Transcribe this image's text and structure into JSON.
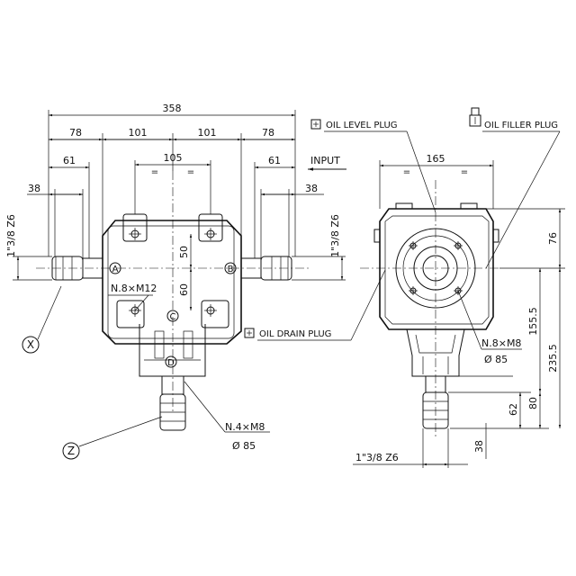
{
  "dimensions": {
    "overall_width": "358",
    "left_outer": "78",
    "left_inner": "101",
    "right_inner": "101",
    "right_outer": "78",
    "bolt_spacing": "105",
    "left_61": "61",
    "right_61": "61",
    "left_38": "38",
    "right_38": "38",
    "vert_50": "50",
    "vert_60": "60",
    "side_width": "165",
    "side_76": "76",
    "side_155": "155.5",
    "side_235": "235.5",
    "side_80": "80",
    "side_62": "62",
    "side_38": "38",
    "equal_mark": "="
  },
  "labels": {
    "input": "INPUT",
    "oil_level_plug": "OIL LEVEL PLUG",
    "oil_filler_plug": "OIL FILLER PLUG",
    "oil_drain_plug": "OIL DRAIN PLUG",
    "thread_left": "1\"3/8  Z6",
    "thread_right": "1\"3/8  Z6",
    "thread_bottom": "1\"3/8  Z6",
    "bolts_front": "N.8×M12",
    "bolts_bottom": "N.4×M8",
    "bolts_bottom_dia": "Ø 85",
    "bolts_side": "N.8×M8",
    "bolts_side_dia": "Ø 85"
  },
  "callouts": {
    "A": "A",
    "B": "B",
    "C": "C",
    "D": "D",
    "X": "X",
    "Z": "Z"
  }
}
